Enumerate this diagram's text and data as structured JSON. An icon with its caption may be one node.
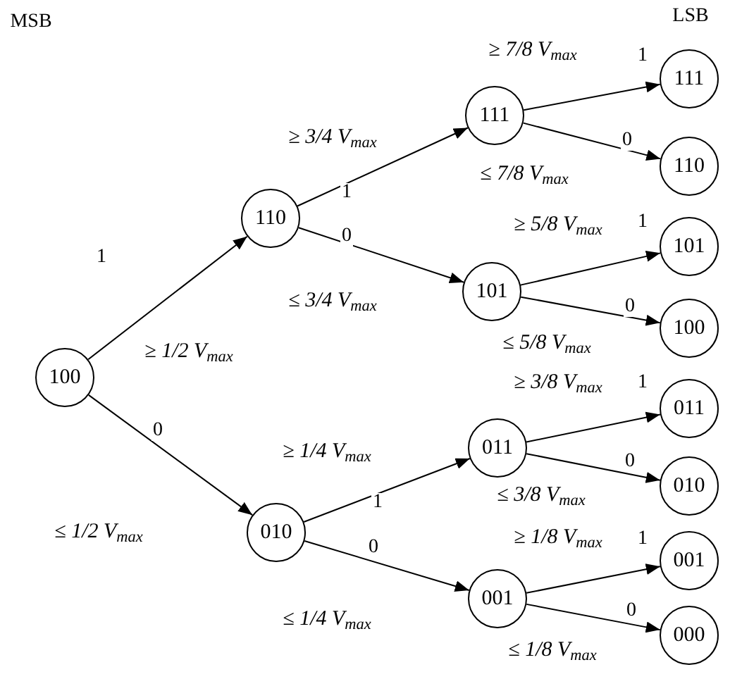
{
  "diagram": {
    "nodes": [
      {
        "text": [
          "100"
        ]
      },
      {
        "text": [
          "110"
        ]
      },
      {
        "text": [
          "010"
        ]
      },
      {
        "text": [
          "111"
        ]
      },
      {
        "text": [
          "101"
        ]
      },
      {
        "text": [
          "011"
        ]
      },
      {
        "text": [
          "001"
        ]
      },
      {
        "text": [
          "111"
        ]
      },
      {
        "text": [
          "110"
        ]
      },
      {
        "text": [
          "101"
        ]
      },
      {
        "text": [
          "100"
        ]
      },
      {
        "text": [
          "011"
        ]
      },
      {
        "text": [
          "010"
        ]
      },
      {
        "text": [
          "001"
        ]
      },
      {
        "text": [
          "000"
        ]
      }
    ],
    "edges": [
      {
        "from": 0,
        "to": 1,
        "arrow": "to",
        "label": "1"
      },
      {
        "from": 0,
        "to": 2,
        "arrow": "to",
        "label": "0"
      },
      {
        "from": 1,
        "to": 3,
        "arrow": "to",
        "label": "1"
      },
      {
        "from": 1,
        "to": 4,
        "arrow": "to",
        "label": "0"
      },
      {
        "from": 2,
        "to": 5,
        "arrow": "to",
        "label": "1"
      },
      {
        "from": 2,
        "to": 6,
        "arrow": "to",
        "label": "0"
      },
      {
        "from": 3,
        "to": 7,
        "arrow": "to",
        "label": "1"
      },
      {
        "from": 3,
        "to": 8,
        "arrow": "to",
        "label": "0"
      },
      {
        "from": 4,
        "to": 9,
        "arrow": "to",
        "label": "1"
      },
      {
        "from": 4,
        "to": 10,
        "arrow": "to",
        "label": "0"
      },
      {
        "from": 5,
        "to": 11,
        "arrow": "to",
        "label": "1"
      },
      {
        "from": 5,
        "to": 12,
        "arrow": "to",
        "label": "0"
      },
      {
        "from": 6,
        "to": 13,
        "arrow": "to",
        "label": "1"
      },
      {
        "from": 6,
        "to": 14,
        "arrow": "to",
        "label": "0"
      }
    ],
    "labels": [
      "MSB",
      "LSB",
      "≥ 1/2 V$_{max}$",
      "≤ 1/2 V$_{max}$",
      "≥ 3/4 V$_{max}$",
      "≤ 3/4 V$_{max}$",
      "≥ 1/4 V$_{max}$",
      "≤ 1/4 V$_{max}$",
      "≥ 7/8 V$_{max}$",
      "≤ 7/8 V$_{max}$",
      "≥ 5/8 V$_{max}$",
      "≤ 5/8 V$_{max}$",
      "≥ 3/8 V$_{max}$",
      "≤ 3/8 V$_{max}$",
      "≥ 1/8 V$_{max}$",
      "≤ 1/8 V$_{max}$"
    ]
  }
}
